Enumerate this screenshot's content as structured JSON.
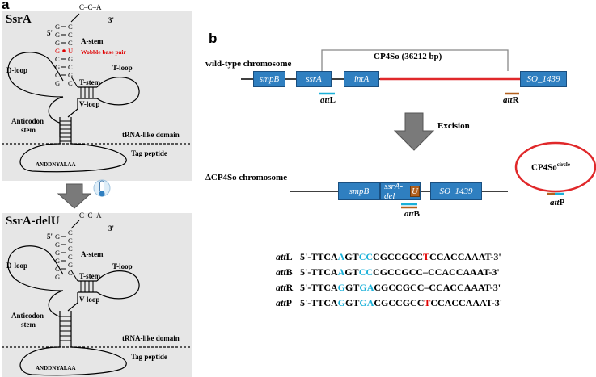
{
  "panel_a": {
    "label": "a",
    "top": {
      "title": "SsrA",
      "five_prime": "5'",
      "three_prime": "3'",
      "cca": "C–C–A",
      "wobble": "Wobble base pair",
      "a_stem": "A-stem",
      "t_loop": "T-loop",
      "d_loop": "D-loop",
      "t_stem": "T-stem",
      "v_loop": "V-loop",
      "anticodon": "Anticodon",
      "stem": "stem",
      "trna_domain": "tRNA-like domain",
      "tag_peptide": "Tag peptide",
      "tag_seq": "ANDDNYALAA"
    },
    "bottom": {
      "title": "SsrA-delU",
      "five_prime": "5'",
      "three_prime": "3'",
      "cca": "C–C–A",
      "a_stem": "A-stem",
      "t_loop": "T-loop",
      "d_loop": "D-loop",
      "t_stem": "T-stem",
      "v_loop": "V-loop",
      "anticodon": "Anticodon",
      "stem": "stem",
      "trna_domain": "tRNA-like domain",
      "tag_peptide": "Tag peptide",
      "tag_seq": "ANDDNYALAA"
    }
  },
  "panel_b": {
    "label": "b",
    "wt_label": "wild-type chromosome",
    "cp4so_span": "CP4So (36212 bp)",
    "genes_wt": [
      "smpB",
      "ssrA",
      "intA",
      "SO_1439"
    ],
    "attL": [
      "att",
      "L"
    ],
    "attR": [
      "att",
      "R"
    ],
    "excision": "Excision",
    "delta_label": "ΔCP4So chromosome",
    "genes_delta": [
      "smpB",
      "ssrA-del",
      "U",
      "SO_1439"
    ],
    "attB": [
      "att",
      "B"
    ],
    "circle_label": [
      "CP4So",
      "circle"
    ],
    "attP": [
      "att",
      "P"
    ],
    "sequences": [
      {
        "name": [
          "att",
          "L"
        ],
        "parts": [
          [
            "5'-TTCA",
            ""
          ],
          [
            "A",
            "blue"
          ],
          [
            "GT",
            ""
          ],
          [
            "CC",
            "blue"
          ],
          [
            "CGCCGCC",
            ""
          ],
          [
            "T",
            "red"
          ],
          [
            "CCACCAAAT-3'",
            ""
          ]
        ]
      },
      {
        "name": [
          "att",
          "B"
        ],
        "parts": [
          [
            "5'-TTCA",
            ""
          ],
          [
            "A",
            "blue"
          ],
          [
            "GT",
            ""
          ],
          [
            "CC",
            "blue"
          ],
          [
            "CGCCGCC",
            ""
          ],
          [
            "–",
            ""
          ],
          [
            "CCACCAAAT-3'",
            ""
          ]
        ]
      },
      {
        "name": [
          "att",
          "R"
        ],
        "parts": [
          [
            "5'-TTCA",
            ""
          ],
          [
            "G",
            "blue"
          ],
          [
            "GT",
            ""
          ],
          [
            "GA",
            "blue"
          ],
          [
            "CGCCGCC",
            ""
          ],
          [
            "–",
            ""
          ],
          [
            "CCACCAAAT-3'",
            ""
          ]
        ]
      },
      {
        "name": [
          "att",
          "P"
        ],
        "parts": [
          [
            "5'-TTCA",
            ""
          ],
          [
            "G",
            "blue"
          ],
          [
            "GT",
            ""
          ],
          [
            "GA",
            "blue"
          ],
          [
            "CGCCGCC",
            ""
          ],
          [
            "T",
            "red"
          ],
          [
            "CCACCAAAT-3'",
            ""
          ]
        ]
      }
    ]
  }
}
